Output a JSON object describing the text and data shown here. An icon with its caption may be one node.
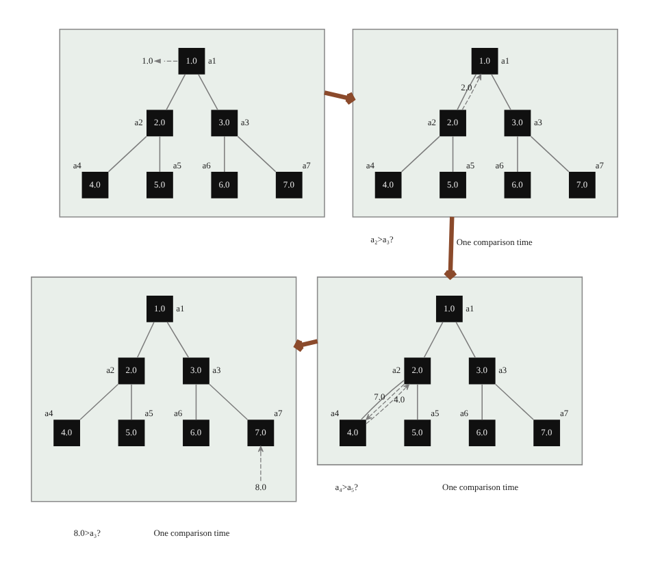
{
  "diagram": {
    "nodes": [
      {
        "text": [],
        "shape": "box"
      },
      {
        "text": [
          "1.0"
        ],
        "in": 0,
        "beside": [
          "a1"
        ]
      },
      {
        "text": [
          "2.0"
        ],
        "in": 0,
        "beside": [
          "a2"
        ]
      },
      {
        "text": [
          "3.0"
        ],
        "in": 0,
        "beside": [
          "a3"
        ]
      },
      {
        "text": [
          "4.0"
        ],
        "in": 0,
        "beside": [
          "a4"
        ]
      },
      {
        "text": [
          "5.0"
        ],
        "in": 0,
        "beside": [
          "a5"
        ]
      },
      {
        "text": [
          "6.0"
        ],
        "in": 0,
        "beside": [
          "a6"
        ]
      },
      {
        "text": [
          "7.0"
        ],
        "in": 0,
        "beside": [
          "a7"
        ]
      },
      {
        "text": [
          "1.0"
        ],
        "in": 0
      },
      {
        "text": [],
        "shape": "box",
        "beside": [
          "a₂>a₃?"
        ]
      },
      {
        "text": [
          "1.0"
        ],
        "in": 9,
        "beside": [
          "a1"
        ]
      },
      {
        "text": [
          "2.0"
        ],
        "in": 9,
        "beside": [
          "a2"
        ]
      },
      {
        "text": [
          "3.0"
        ],
        "in": 9,
        "beside": [
          "a3"
        ]
      },
      {
        "text": [
          "4.0"
        ],
        "in": 9,
        "beside": [
          "a4"
        ]
      },
      {
        "text": [
          "5.0"
        ],
        "in": 9,
        "beside": [
          "a5"
        ]
      },
      {
        "text": [
          "6.0"
        ],
        "in": 9,
        "beside": [
          "a6"
        ]
      },
      {
        "text": [
          "7.0"
        ],
        "in": 9,
        "beside": [
          "a7"
        ]
      },
      {
        "text": [],
        "shape": "box",
        "beside": [
          "8.0>a₃?",
          "One comparison time"
        ]
      },
      {
        "text": [
          "1.0"
        ],
        "in": 17,
        "beside": [
          "a1"
        ]
      },
      {
        "text": [
          "2.0"
        ],
        "in": 17,
        "beside": [
          "a2"
        ]
      },
      {
        "text": [
          "3.0"
        ],
        "in": 17,
        "beside": [
          "a3"
        ]
      },
      {
        "text": [
          "4.0"
        ],
        "in": 17,
        "beside": [
          "a4"
        ]
      },
      {
        "text": [
          "5.0"
        ],
        "in": 17,
        "beside": [
          "a5"
        ]
      },
      {
        "text": [
          "6.0"
        ],
        "in": 17,
        "beside": [
          "a6"
        ]
      },
      {
        "text": [
          "7.0"
        ],
        "in": 17,
        "beside": [
          "a7"
        ]
      },
      {
        "text": [
          "8.0"
        ],
        "in": 17
      },
      {
        "text": [],
        "shape": "box",
        "beside": [
          "a₄>a₅?",
          "One comparison time"
        ]
      },
      {
        "text": [
          "1.0"
        ],
        "in": 26,
        "beside": [
          "a1"
        ]
      },
      {
        "text": [
          "2.0"
        ],
        "in": 26,
        "beside": [
          "a2"
        ]
      },
      {
        "text": [
          "3.0"
        ],
        "in": 26,
        "beside": [
          "a3"
        ]
      },
      {
        "text": [
          "4.0"
        ],
        "in": 26,
        "beside": [
          "a4"
        ]
      },
      {
        "text": [
          "5.0"
        ],
        "in": 26,
        "beside": [
          "a5"
        ]
      },
      {
        "text": [
          "6.0"
        ],
        "in": 26,
        "beside": [
          "a6"
        ]
      },
      {
        "text": [
          "7.0"
        ],
        "in": 26,
        "beside": [
          "a7"
        ]
      }
    ],
    "edges": [
      {
        "from": 1,
        "to": 2,
        "arrow": "none"
      },
      {
        "from": 1,
        "to": 3,
        "arrow": "none"
      },
      {
        "from": 2,
        "to": 4,
        "arrow": "none"
      },
      {
        "from": 2,
        "to": 5,
        "arrow": "none"
      },
      {
        "from": 3,
        "to": 6,
        "arrow": "none"
      },
      {
        "from": 3,
        "to": 7,
        "arrow": "none"
      },
      {
        "from": 1,
        "to": 8,
        "arrow": "to",
        "style": "dashed"
      },
      {
        "from": 10,
        "to": 11,
        "arrow": "none"
      },
      {
        "from": 10,
        "to": 12,
        "arrow": "none"
      },
      {
        "from": 11,
        "to": 13,
        "arrow": "none"
      },
      {
        "from": 11,
        "to": 14,
        "arrow": "none"
      },
      {
        "from": 12,
        "to": 15,
        "arrow": "none"
      },
      {
        "from": 12,
        "to": 16,
        "arrow": "none"
      },
      {
        "from": 11,
        "to": 10,
        "arrow": "to",
        "style": "dashed",
        "label": "2.0"
      },
      {
        "from": 18,
        "to": 19,
        "arrow": "none"
      },
      {
        "from": 18,
        "to": 20,
        "arrow": "none"
      },
      {
        "from": 19,
        "to": 21,
        "arrow": "none"
      },
      {
        "from": 19,
        "to": 22,
        "arrow": "none"
      },
      {
        "from": 20,
        "to": 23,
        "arrow": "none"
      },
      {
        "from": 20,
        "to": 24,
        "arrow": "none"
      },
      {
        "from": 25,
        "to": 24,
        "arrow": "to",
        "style": "dashed"
      },
      {
        "from": 27,
        "to": 28,
        "arrow": "none"
      },
      {
        "from": 27,
        "to": 29,
        "arrow": "none"
      },
      {
        "from": 28,
        "to": 30,
        "arrow": "none"
      },
      {
        "from": 28,
        "to": 31,
        "arrow": "none"
      },
      {
        "from": 29,
        "to": 32,
        "arrow": "none"
      },
      {
        "from": 29,
        "to": 33,
        "arrow": "none"
      },
      {
        "from": 28,
        "to": 30,
        "arrow": "to",
        "style": "dashed",
        "label": "7.0"
      },
      {
        "from": 30,
        "to": 28,
        "arrow": "to",
        "style": "dashed",
        "label": "4.0"
      },
      {
        "from": 0,
        "to": 9,
        "arrow": "to",
        "style": "thick",
        "color": "#8b4a2b"
      },
      {
        "from": 9,
        "to": 26,
        "arrow": "to",
        "style": "thick",
        "color": "#8b4a2b",
        "label": "One comparison time"
      },
      {
        "from": 26,
        "to": 17,
        "arrow": "to",
        "style": "thick",
        "color": "#8b4a2b"
      }
    ]
  }
}
